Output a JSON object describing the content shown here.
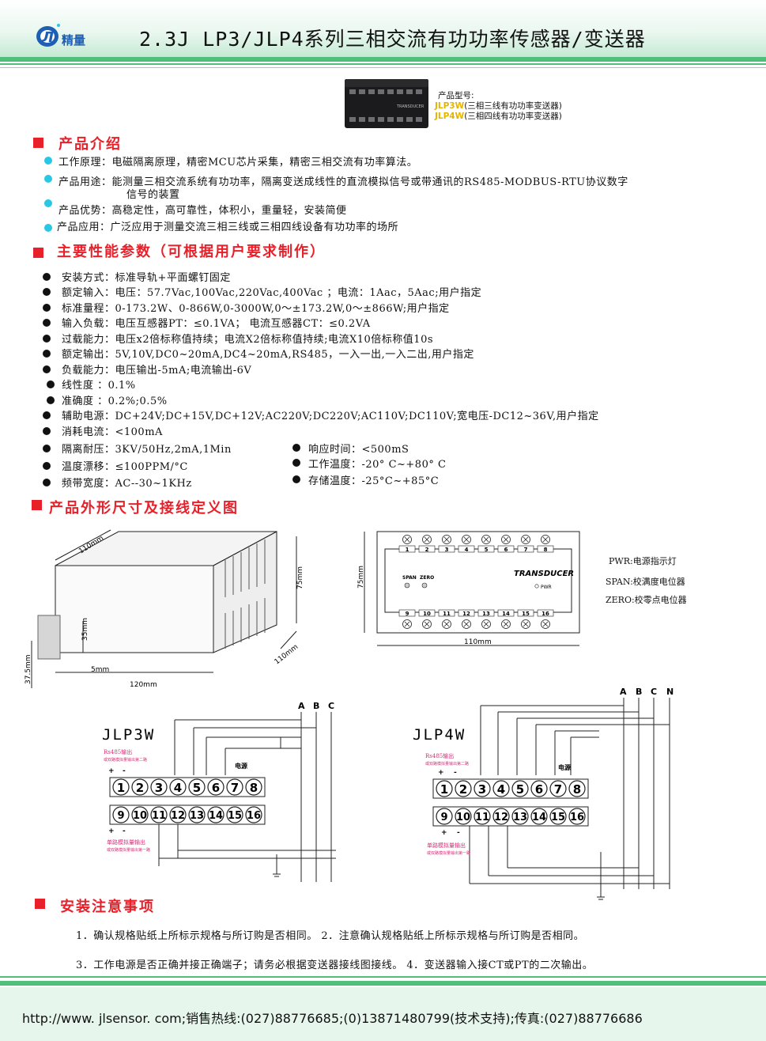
{
  "brand": {
    "logo_text": "精量"
  },
  "title": "2.3J LP3/JLP4系列三相交流有功功率传感器/变送器",
  "product": {
    "label": "产品型号:",
    "models": [
      {
        "code": "JLP3W",
        "desc": "(三相三线有功功率变送器)"
      },
      {
        "code": "JLP4W",
        "desc": "(三相四线有功功率变送器)"
      }
    ],
    "device_text": "TRANSDUCER"
  },
  "sections": {
    "intro": "产品介绍",
    "params": "主要性能参数（可根据用户要求制作）",
    "dims": "产品外形尺寸及接线定义图",
    "notes": "安装注意事项"
  },
  "intro_items": [
    "工作原理：电磁隔离原理，精密MCU芯片采集，精密三相交流有功率算法。",
    "产品用途：能测量三相交流系统有功功率，隔离变送成线性的直流模拟信号或带通讯的RS485-MODBUS-RTU协议数字",
    "信号的装置",
    "产品优势：高稳定性，高可靠性，体积小，重量轻，安装简便",
    "产品应用：广泛应用于测量交流三相三线或三相四线设备有功功率的场所"
  ],
  "params": [
    "安装方式：标准导轨+平面螺钉固定",
    "额定输入：电压：57.7Vac,100Vac,220Vac,400Vac  ；电流：1Aac，5Aac;用户指定",
    "标准量程：0-173.2W、0-866W,0-3000W,0～±173.2W,0～±866W;用户指定",
    "输入负载：电压互感器PT：≤0.1VA；      电流互感器CT：≤0.2VA",
    "过载能力：电压x2倍标称值持续；电流X2倍标称值持续;电流X10倍标称值10s",
    "额定输出：5V,10V,DC0~20mA,DC4~20mA,RS485，一入一出,一入二出,用户指定",
    "负载能力：电压输出-5mA;电流输出-6V",
    "线性度  ：0.1%",
    "准确度  ：0.2%;0.5%",
    "辅助电源：DC+24V;DC+15V,DC+12V;AC220V;DC220V;AC110V;DC110V;宽电压-DC12~36V,用户指定",
    "消耗电流：<100mA",
    "隔离耐压：3KV/50Hz,2mA,1Min",
    "温度漂移：≤100PPM/°C",
    "频带宽度：AC--30~1KHz"
  ],
  "params_right": [
    "响应时间：<500mS",
    "工作温度：-20° C~+80° C",
    "存储温度：-25°C~+85°C"
  ],
  "dims": {
    "d110": "110mm",
    "d75": "75mm",
    "d35": "35mm",
    "d37": "37.5mm",
    "d5": "5mm",
    "d120": "120mm",
    "legend": [
      "PWR:电源指示灯",
      "SPAN:校满度电位器",
      "ZERO:校零点电位器"
    ],
    "span": "SPAN",
    "zero": "ZERO",
    "pwr": "PWR"
  },
  "wiring": {
    "jlp3w": "JLP3W",
    "jlp4w": "JLP4W",
    "phases3": [
      "A",
      "B",
      "C"
    ],
    "phases4": [
      "A",
      "B",
      "C",
      "N"
    ],
    "top_terms": [
      "1",
      "2",
      "3",
      "4",
      "5",
      "6",
      "7",
      "8"
    ],
    "bot_terms": [
      "9",
      "10",
      "11",
      "12",
      "13",
      "14",
      "15",
      "16"
    ],
    "rs485": "Rs485输出",
    "rs485_sub": "或双路模拟量输出第二路",
    "power": "电源",
    "single_out": "单路模拟量输出",
    "single_sub": "或双路模拟量输出第一路",
    "plus": "+",
    "minus": "-"
  },
  "notes": [
    "1．确认规格贴纸上所标示规格与所订购是否相同。 2．注意确认规格贴纸上所标示规格与所订购是否相同。",
    "3．工作电源是否正确并接正确端子；请务必根据变送器接线图接线。 4．变送器输入接CT或PT的二次输出。"
  ],
  "contact": "http://www. jlsensor. com;销售热线:(027)88776685;(0)13871480799(技术支持);传真:(027)88776686",
  "colors": {
    "accent": "#e8202a",
    "green": "#4fbf7a",
    "cyan": "#29c7e6",
    "model": "#e4b400",
    "pink": "#d6307a"
  }
}
